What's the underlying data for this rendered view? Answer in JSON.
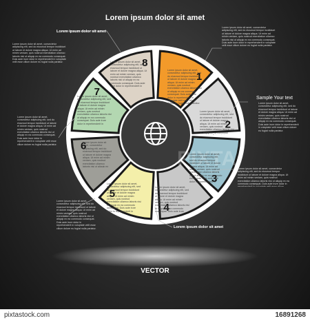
{
  "title": "Lorem ipsum dolor sit amet",
  "vector_label": "VECTOR",
  "footer": {
    "logo_text": "pixtastock.com",
    "image_id": "16891268"
  },
  "watermark": "PIXTA",
  "center_icon": "globe-icon",
  "side_labels": {
    "top_left": "Lorem ipsum dolor sit amet",
    "right": "Sample Your  text",
    "bottom_right": "Lorem ipsum dolor sit amet"
  },
  "paragraph_text": "Lorem ipsum dolor sit amet, consectetur adipiscing elit, sed do eiusmod tempor incididunt ut labore et dolore magna aliqua. Ut enim ad minim veniam, quis nostrud exercitation ullamco laboris nisi ut aliquip ex ea commodo consequat. Duis aute irure dolor in reprehenderit in voluptate velit esse cillum dolore eu fugiat nulla pariatur.",
  "segments": [
    {
      "number": "1",
      "color": "#f39a2a"
    },
    {
      "number": "2",
      "color": "#d9d9d9"
    },
    {
      "number": "3",
      "color": "#9cc3cf"
    },
    {
      "number": "4",
      "color": "#c8c8c8"
    },
    {
      "number": "5",
      "color": "#f4efaa"
    },
    {
      "number": "6",
      "color": "#9e9e98"
    },
    {
      "number": "7",
      "color": "#b3d7b1"
    },
    {
      "number": "8",
      "color": "#ddd3c6"
    }
  ]
}
